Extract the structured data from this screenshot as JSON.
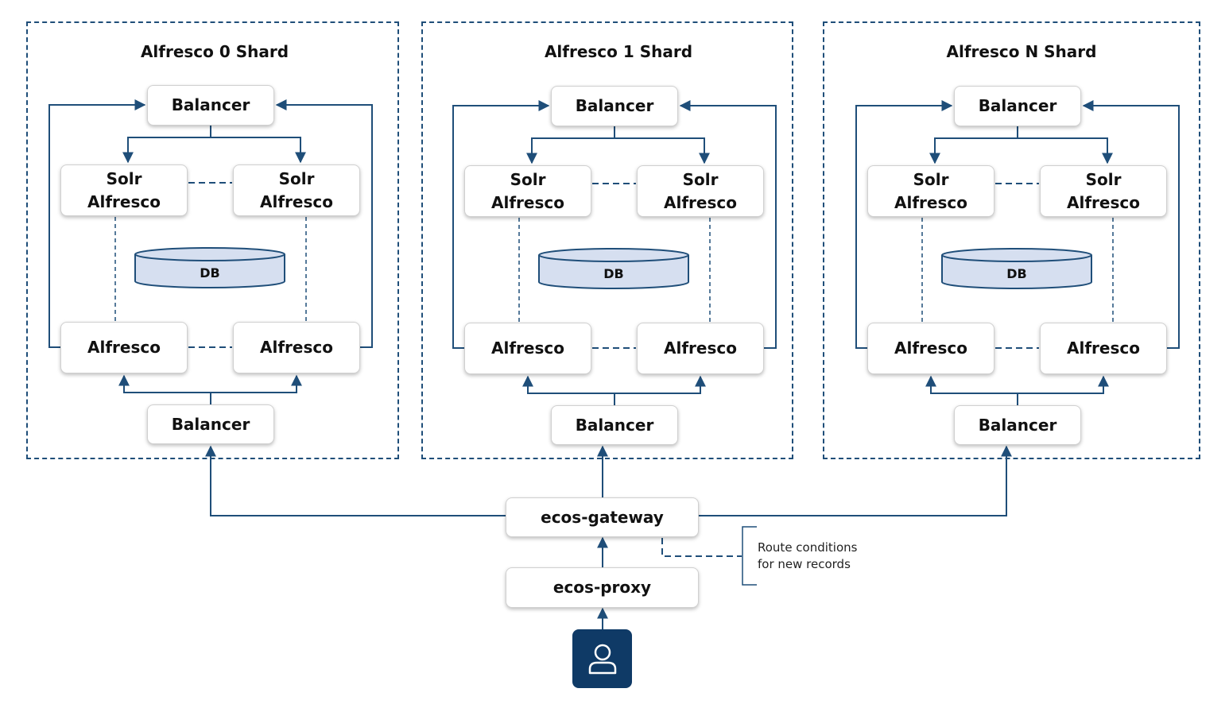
{
  "shards": [
    {
      "title": "Alfresco 0 Shard",
      "top_balancer": "Balancer",
      "solr_line1": "Solr",
      "solr_line2": "Alfresco",
      "db": "DB",
      "alfresco": "Alfresco",
      "bottom_balancer": "Balancer"
    },
    {
      "title": "Alfresco 1 Shard",
      "top_balancer": "Balancer",
      "solr_line1": "Solr",
      "solr_line2": "Alfresco",
      "db": "DB",
      "alfresco": "Alfresco",
      "bottom_balancer": "Balancer"
    },
    {
      "title": "Alfresco N Shard",
      "top_balancer": "Balancer",
      "solr_line1": "Solr",
      "solr_line2": "Alfresco",
      "db": "DB",
      "alfresco": "Alfresco",
      "bottom_balancer": "Balancer"
    }
  ],
  "gateway": "ecos-gateway",
  "proxy": "ecos-proxy",
  "route_note": {
    "line1": "Route conditions",
    "line2": "for new records"
  },
  "user_icon": "user-icon",
  "colors": {
    "line": "#1f4e79",
    "db_fill": "#d6dff0",
    "user_bg": "#0f3a66"
  }
}
